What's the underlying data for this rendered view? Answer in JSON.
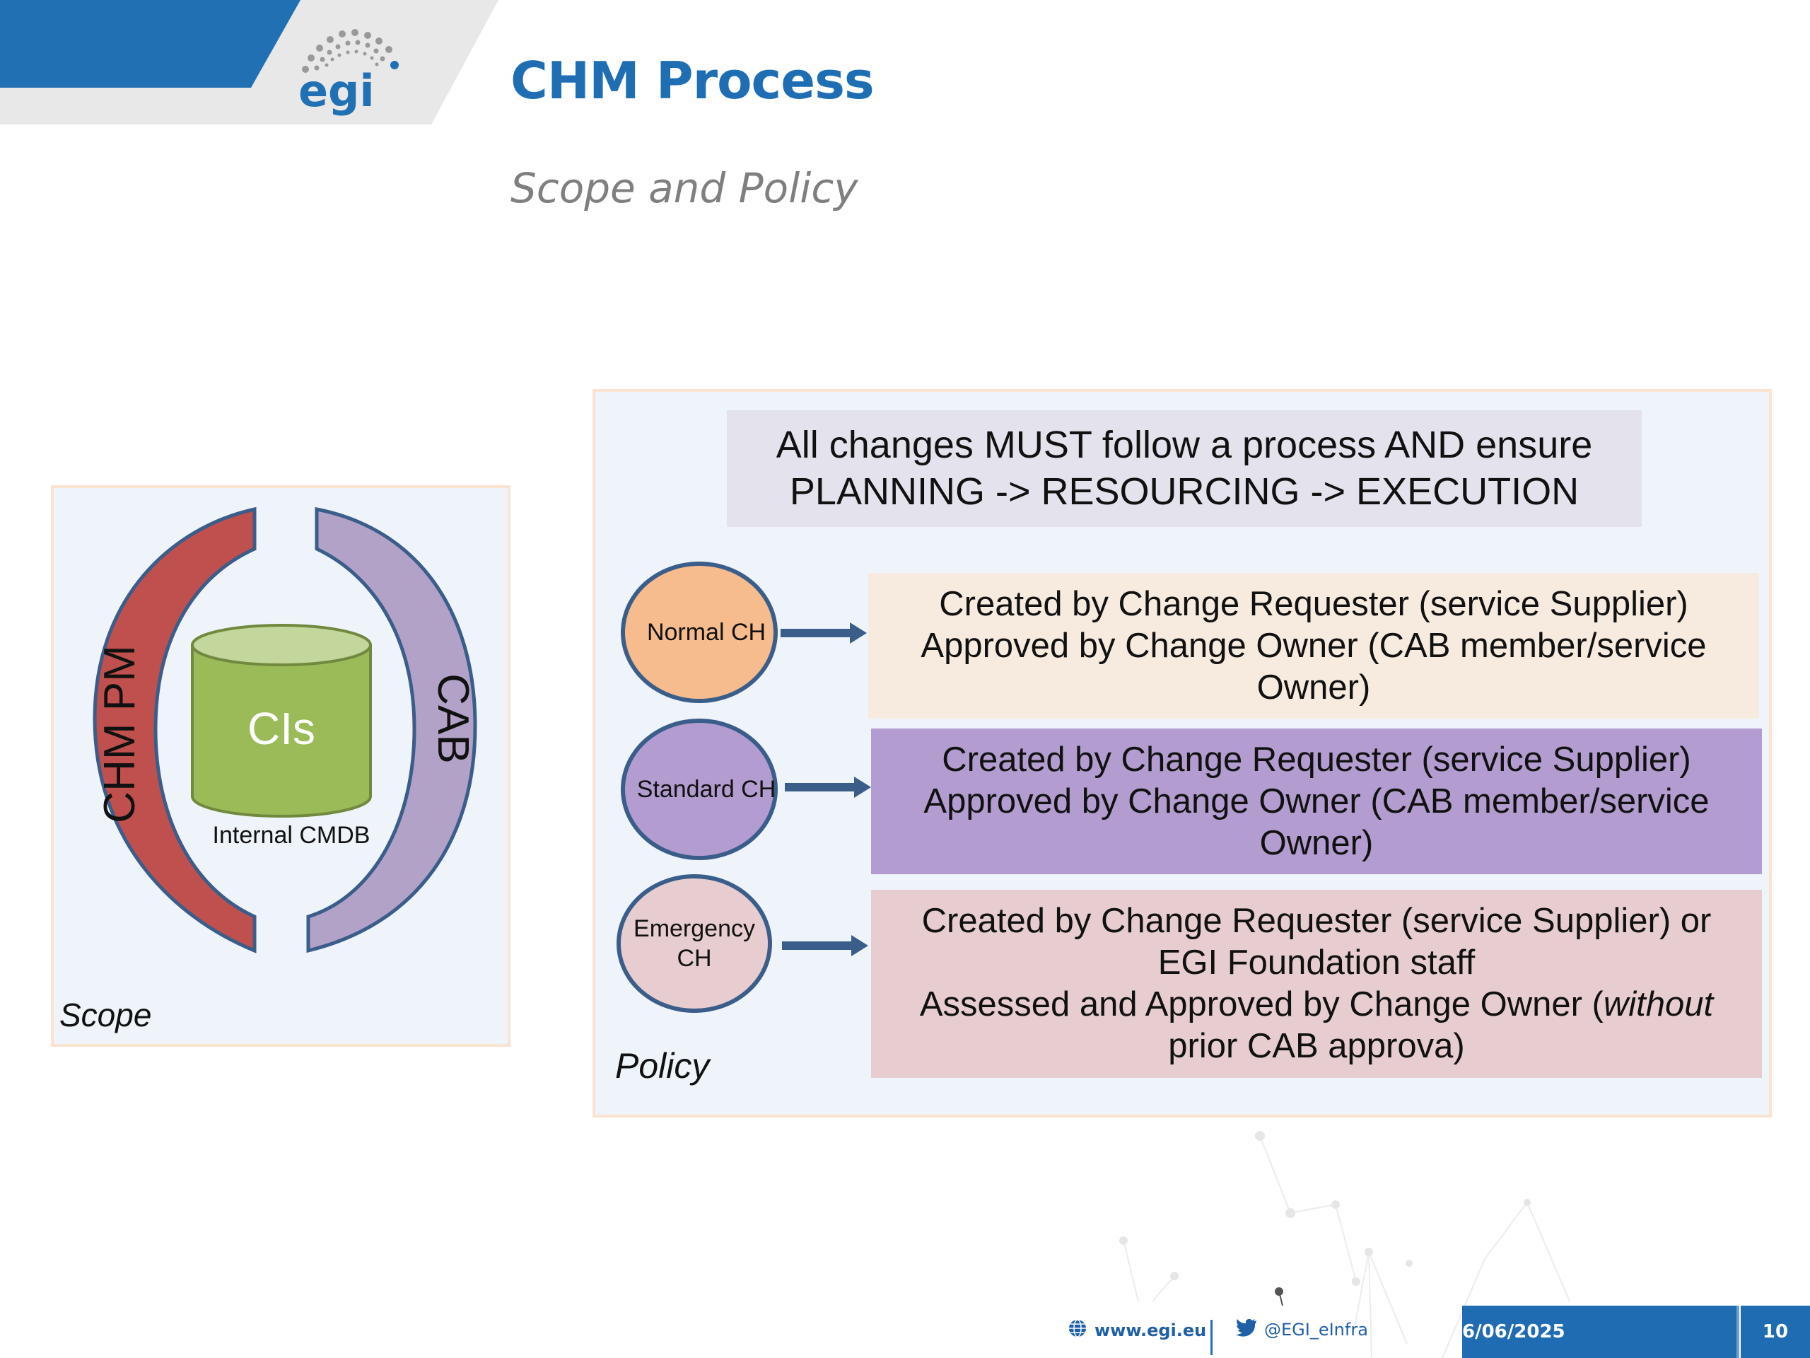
{
  "header": {
    "logo_text": "egi",
    "title": "CHM Process",
    "subtitle": "Scope and Policy",
    "colors": {
      "banner_blue": "#2170b3",
      "banner_grey": "#e8e8e8",
      "title_blue": "#1f6eb4"
    }
  },
  "scope": {
    "label": "Scope",
    "left_arc_label": "CHM PM",
    "right_arc_label": "CAB",
    "cylinder_label": "CIs",
    "cylinder_caption": "Internal CMDB",
    "colors": {
      "left_arc": "#c0504d",
      "right_arc": "#b3a2c7",
      "cylinder": "#9bbb59",
      "cylinder_top": "#c3d69b",
      "outline": "#3b5d8a"
    }
  },
  "policy": {
    "label": "Policy",
    "banner_lines": [
      "All changes MUST follow a process AND ensure",
      "PLANNING -> RESOURCING -> EXECUTION"
    ],
    "change_types": [
      {
        "name": "Normal CH",
        "lines": [
          "Created by Change Requester (service Supplier)",
          "Approved by Change Owner (CAB member/service",
          "Owner)"
        ]
      },
      {
        "name": "Standard CH",
        "lines": [
          "Created by Change Requester (service Supplier)",
          "Approved by Change Owner (CAB member/service",
          "Owner)"
        ]
      },
      {
        "name_lines": [
          "Emergency",
          "CH"
        ],
        "lines": [
          "Created by Change Requester (service Supplier) or",
          "EGI Foundation staff",
          "Assessed and Approved by Change Owner (",
          "prior CAB approva)"
        ],
        "italic_fragment": "without"
      }
    ]
  },
  "footer": {
    "website_icon": "globe-icon",
    "website": "www.egi.eu",
    "twitter_icon": "twitter-bird-icon",
    "twitter": "@EGI_eInfra",
    "date": "6/06/2025",
    "page_number": "10"
  }
}
